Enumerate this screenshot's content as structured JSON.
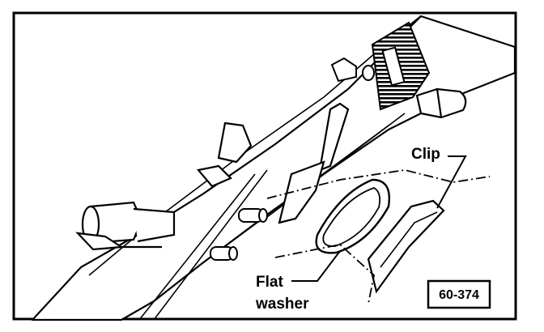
{
  "figure": {
    "labels": {
      "clip": "Clip",
      "flat": "Flat",
      "washer": "washer"
    },
    "figure_number": "60-374"
  }
}
